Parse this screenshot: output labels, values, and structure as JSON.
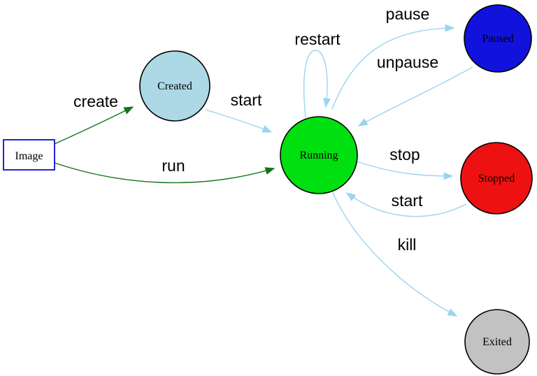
{
  "colors": {
    "edge_blue": "#99d5ef",
    "edge_green": "#147319",
    "node_border": "#000000",
    "background": "#ffffff"
  },
  "diagram": {
    "type": "state-diagram",
    "nodes": [
      {
        "id": "image",
        "label": "Image",
        "shape": "rectangle",
        "fill": "#ffffff",
        "border": "#2222dd"
      },
      {
        "id": "created",
        "label": "Created",
        "shape": "circle",
        "fill": "#add8e6"
      },
      {
        "id": "running",
        "label": "Running",
        "shape": "circle",
        "fill": "#00e010"
      },
      {
        "id": "paused",
        "label": "Paused",
        "shape": "circle",
        "fill": "#1212dd"
      },
      {
        "id": "stopped",
        "label": "Stopped",
        "shape": "circle",
        "fill": "#ee1111"
      },
      {
        "id": "exited",
        "label": "Exited",
        "shape": "circle",
        "fill": "#c2c2c2"
      }
    ],
    "edges": [
      {
        "label": "create",
        "from": "image",
        "to": "created",
        "color": "#147319"
      },
      {
        "label": "run",
        "from": "image",
        "to": "running",
        "color": "#147319"
      },
      {
        "label": "start",
        "from": "created",
        "to": "running",
        "color": "#99d5ef"
      },
      {
        "label": "restart",
        "from": "running",
        "to": "running",
        "color": "#99d5ef"
      },
      {
        "label": "pause",
        "from": "running",
        "to": "paused",
        "color": "#99d5ef"
      },
      {
        "label": "unpause",
        "from": "paused",
        "to": "running",
        "color": "#99d5ef"
      },
      {
        "label": "stop",
        "from": "running",
        "to": "stopped",
        "color": "#99d5ef"
      },
      {
        "label": "start",
        "from": "stopped",
        "to": "running",
        "color": "#99d5ef"
      },
      {
        "label": "kill",
        "from": "running",
        "to": "exited",
        "color": "#99d5ef"
      }
    ]
  }
}
